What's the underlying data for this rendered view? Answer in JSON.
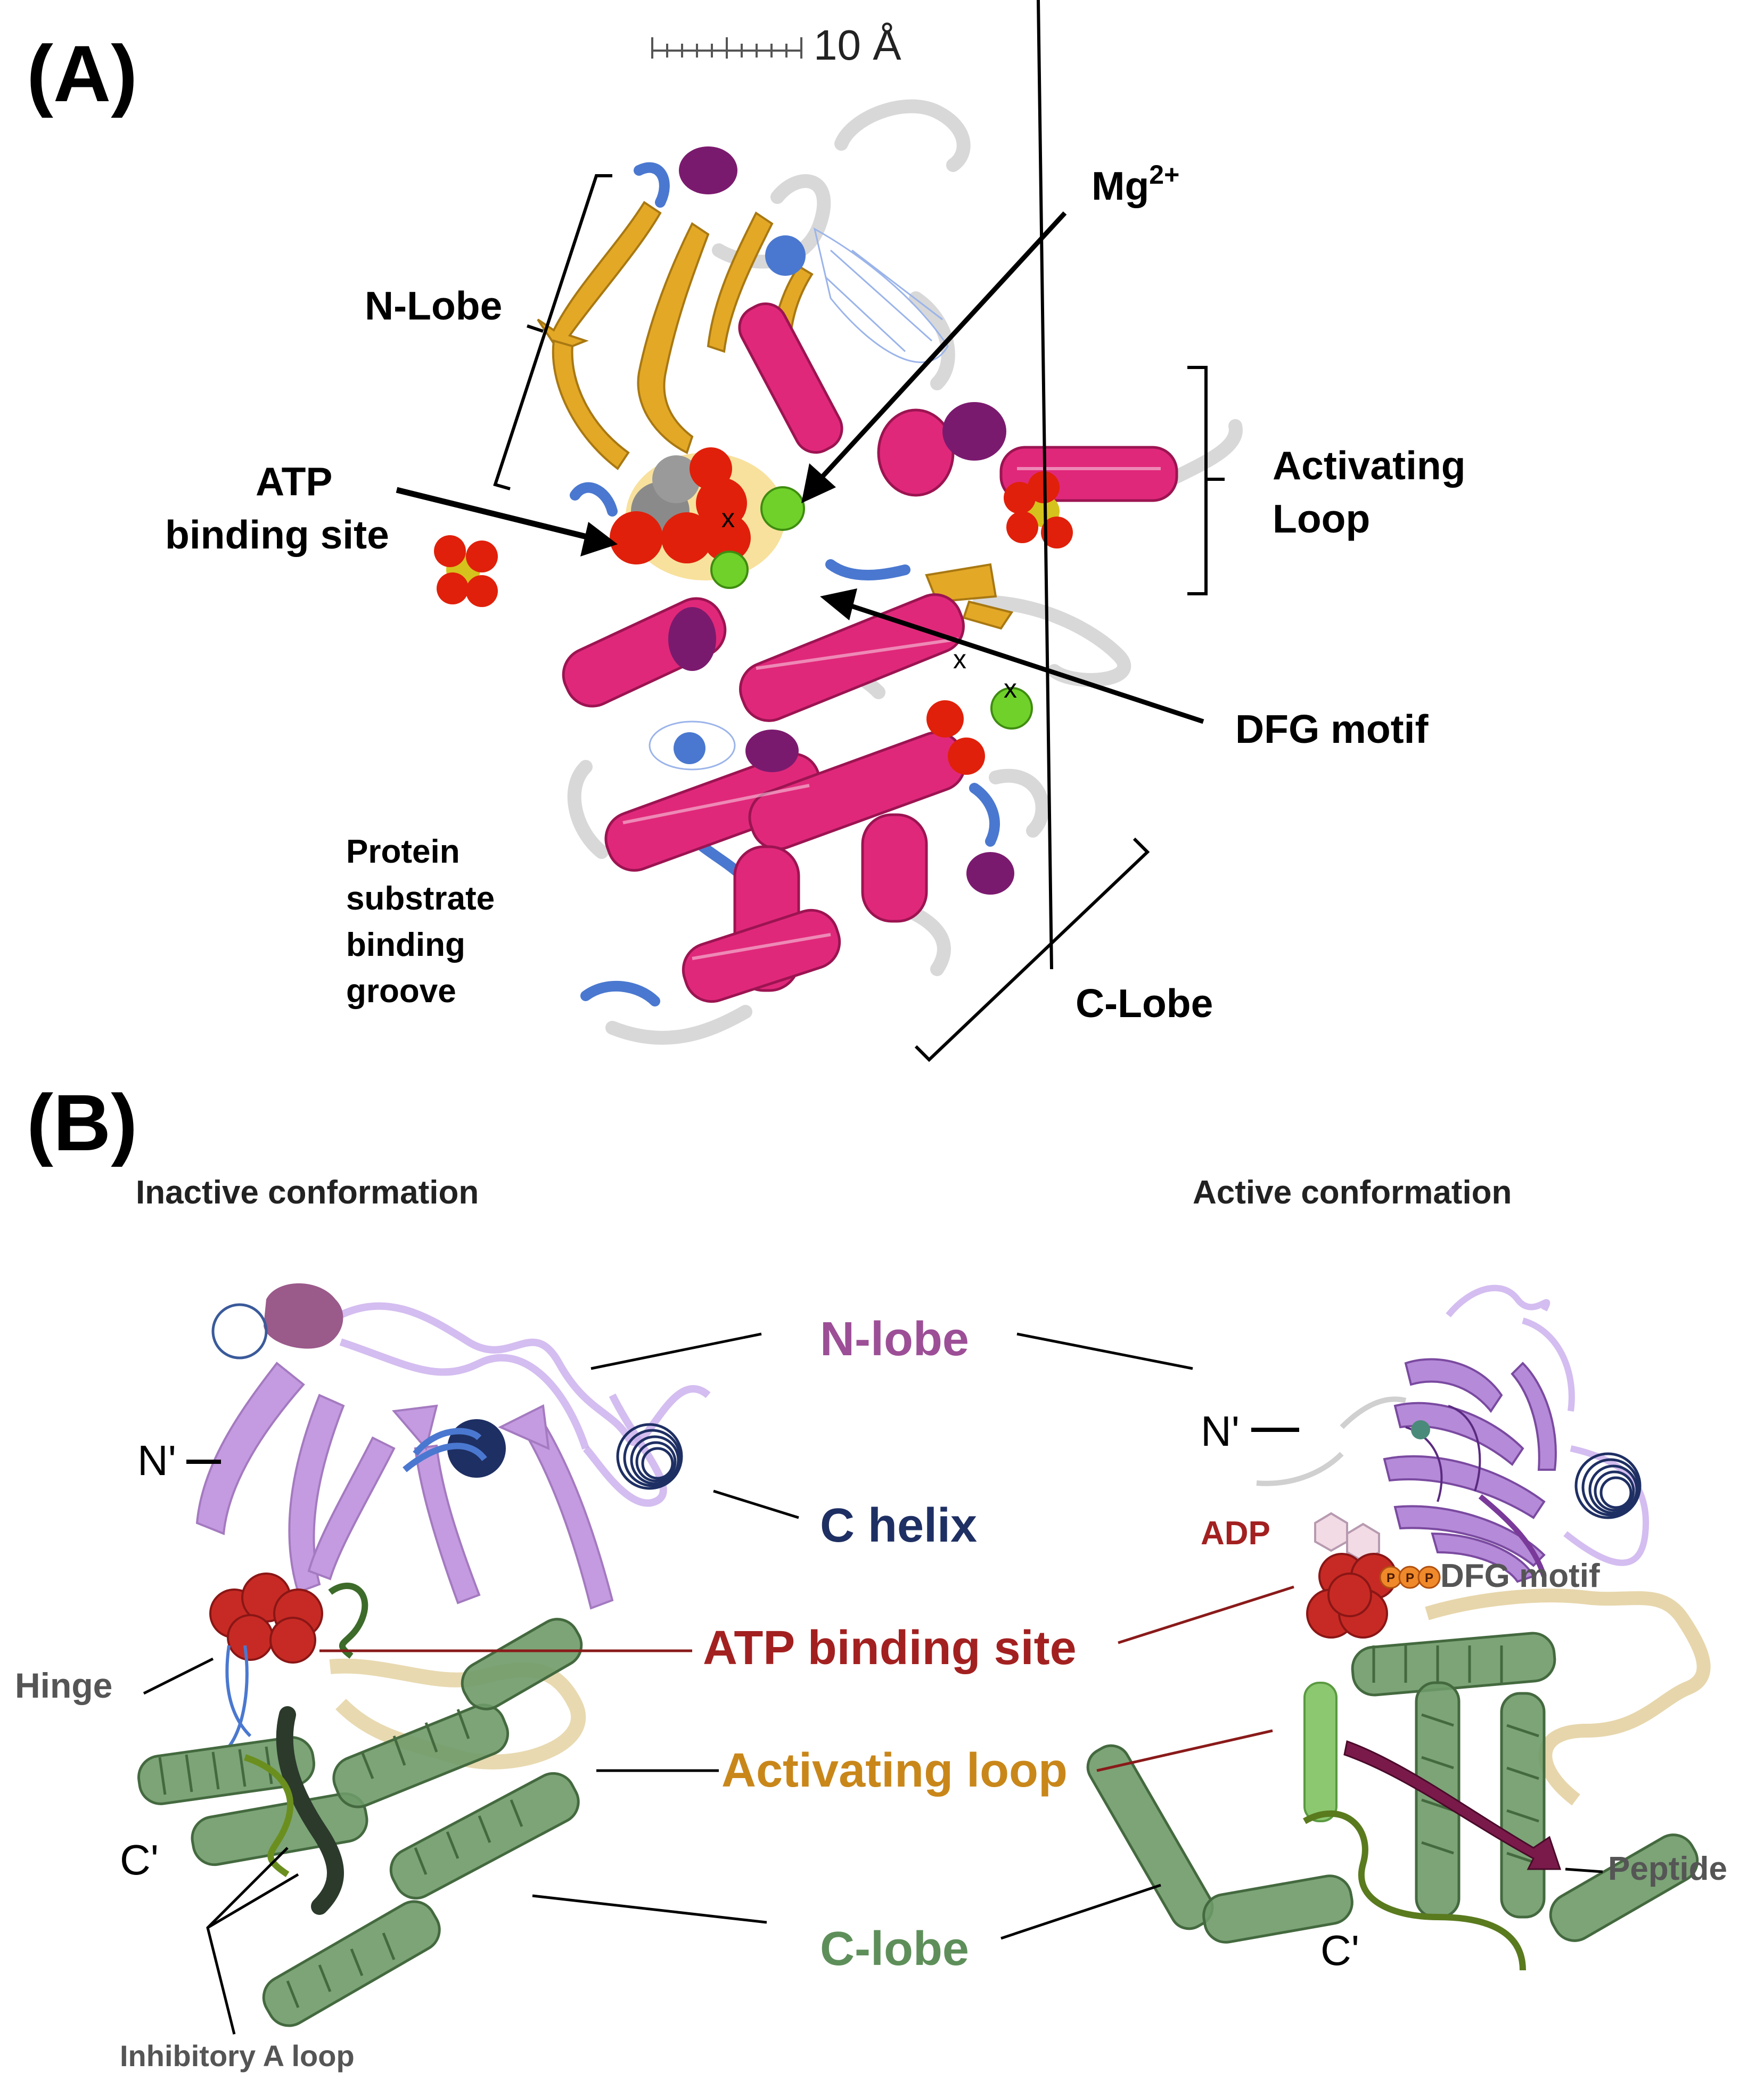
{
  "panel_a": {
    "panel_label": "(A)",
    "scale_bar_label": "10 Å",
    "labels": {
      "n_lobe": "N-Lobe",
      "mg_base": "Mg",
      "mg_superscript": "2+",
      "atp_line1": "ATP",
      "atp_line2": "binding site",
      "activating_line1": "Activating",
      "activating_line2": "Loop",
      "dfg": "DFG motif",
      "groove_line1": "Protein",
      "groove_line2": "substrate",
      "groove_line3": "binding",
      "groove_line4": "groove",
      "c_lobe": "C-Lobe",
      "x_mark": "x"
    }
  },
  "panel_b": {
    "panel_label": "(B)",
    "inactive_title": "Inactive conformation",
    "active_title": "Active conformation",
    "center_labels": {
      "n_lobe": "N-lobe",
      "c_helix": "C helix",
      "atp_site": "ATP binding site",
      "activating_loop": "Activating loop",
      "c_lobe": "C-lobe"
    },
    "inactive_labels": {
      "n_term": "N'",
      "c_term": "C'",
      "hinge": "Hinge",
      "inhibitory_loop": "Inhibitory A loop"
    },
    "active_labels": {
      "n_term": "N'",
      "c_term": "C'",
      "adp": "ADP",
      "dfg": "DFG motif",
      "peptide": "Peptide",
      "phosphate": "P"
    }
  },
  "colors": {
    "helix_magenta": "#e0287a",
    "strand_gold": "#e3a826",
    "turn_purple": "#7a1a6e",
    "oxygen_red": "#e0200a",
    "mg_green": "#6fd12a",
    "sulfur_yellow": "#d6c21c",
    "coil_blue": "#4a78d0",
    "nlobe_lilac": "#b58ad8",
    "nlobe_text": "#9c4f96",
    "chelix_navy": "#1e2f63",
    "atp_red": "#a32020",
    "act_loop_gold": "#c9871a",
    "clobe_green": "#5e8f5a",
    "gray_text": "#555555"
  }
}
